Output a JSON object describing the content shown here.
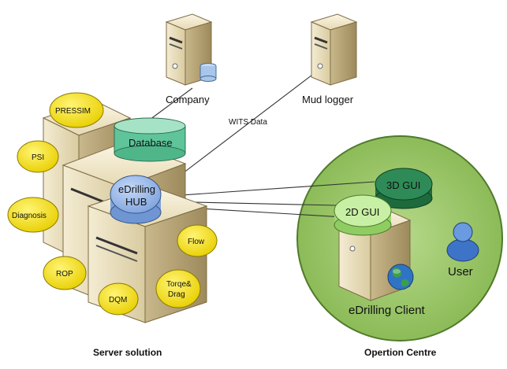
{
  "labels": {
    "company": "Company",
    "mud_logger": "Mud logger",
    "wits_data": "WITS Data",
    "database": "Database",
    "hub_line1": "eDrilling",
    "hub_line2": "HUB",
    "server_caption": "Server solution",
    "operation_caption": "Opertion Centre",
    "gui_3d": "3D GUI",
    "gui_2d": "2D GUI",
    "user": "User",
    "client": "eDrilling Client"
  },
  "modules": [
    "PRESSIM",
    "PSI",
    "Diagnosis",
    "ROP",
    "DQM",
    "Torqe& Drag",
    "Flow"
  ],
  "colors": {
    "server_body": "#e8dcb8",
    "server_side": "#b7a57a",
    "module_fill": "#f6e21a",
    "database_fill": "#66c8a0",
    "hub_fill": "#9ab8e6",
    "operation_circle": "#9cc66a",
    "gui_3d": "#2e8b57",
    "gui_2d": "#b9e892"
  },
  "icons": [
    "database-server-icon",
    "server-icon",
    "user-icon",
    "globe-icon"
  ]
}
